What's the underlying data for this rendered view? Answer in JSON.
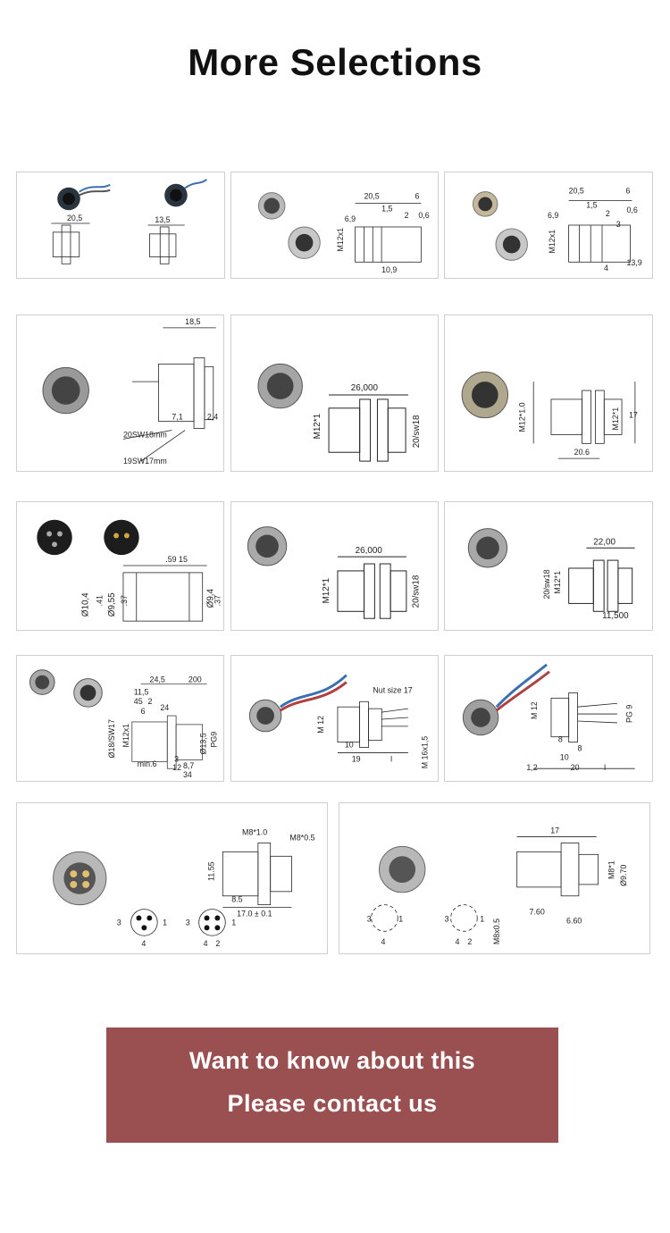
{
  "page": {
    "title": "More Selections"
  },
  "products": [
    {
      "labels": [
        "20,5",
        "13,5"
      ]
    },
    {
      "labels": [
        "20,5",
        "6",
        "1,5",
        "2",
        "0,6",
        "6,9",
        "M12x1",
        "10,9"
      ]
    },
    {
      "labels": [
        "20,5",
        "6",
        "1,5",
        "2",
        "0,6",
        "6,9",
        "3",
        "M12x1",
        "13,9",
        "4"
      ]
    },
    {
      "labels": [
        "18,5",
        "20SW18mm",
        "19SW17mm",
        "7,1",
        "2,4"
      ]
    },
    {
      "labels": [
        "26,000",
        "M12*1",
        "20/sw18"
      ]
    },
    {
      "labels": [
        "M12*1.0",
        "M12*1",
        "17",
        "20.6"
      ]
    },
    {
      "labels": [
        ".59 15",
        "Ø10,4",
        ".41",
        "Ø9,55",
        ".37",
        "Ø9,4",
        ".37"
      ]
    },
    {
      "labels": [
        "26,000",
        "M12*1",
        "20/sw18"
      ]
    },
    {
      "labels": [
        "22,00",
        "20/sw18",
        "M12*1",
        "11,500"
      ]
    },
    {
      "labels": [
        "24,5",
        "200",
        "11,5",
        "45",
        "2",
        "6",
        "24",
        "M12x1",
        "Ø18/SW17",
        "Ø13,5",
        "PG9",
        "min.6",
        "3",
        "12",
        "8,7",
        "34"
      ]
    },
    {
      "labels": [
        "Nut size 17",
        "M 12",
        "10",
        "19",
        "l",
        "M 16x1,5"
      ]
    },
    {
      "labels": [
        "M 12",
        "PG 9",
        "8",
        "8",
        "10",
        "1,2",
        "20",
        "l"
      ]
    },
    {
      "labels": [
        "M8*1.0",
        "M8*0.5",
        "11.55",
        "8.5",
        "17.0 ± 0.1",
        "3",
        "1",
        "4",
        "3",
        "1",
        "4",
        "2"
      ]
    },
    {
      "labels": [
        "17",
        "M8*1",
        "Ø9.70",
        "7.60",
        "6.60",
        "M8x0.5",
        "3",
        "1",
        "4",
        "3",
        "1",
        "4",
        "2"
      ]
    }
  ],
  "cta": {
    "line1": "Want to know about this",
    "line2": "Please contact us",
    "color": "#9a5050"
  }
}
